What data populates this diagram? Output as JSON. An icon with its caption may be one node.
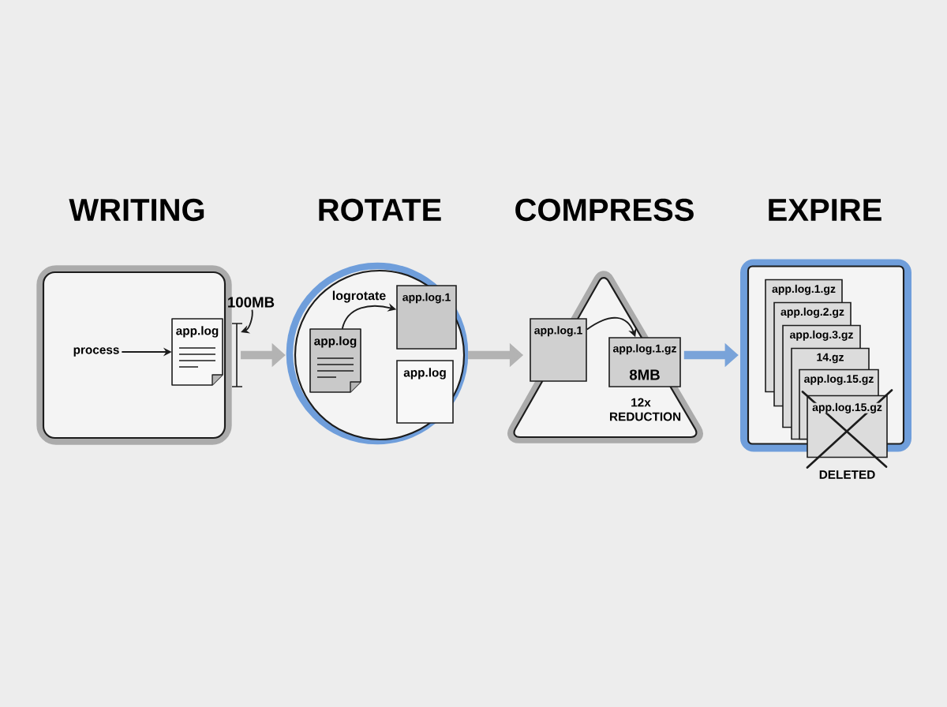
{
  "diagram": {
    "nodes": [
      {
        "text": [
          "WRITING"
        ]
      },
      {
        "text": [
          "process"
        ],
        "in": 0
      },
      {
        "text": [
          "app.log"
        ],
        "in": 0
      },
      {
        "text": [
          "100MB"
        ]
      },
      {
        "text": [
          "ROTATE"
        ]
      },
      {
        "text": [
          "app.log"
        ],
        "in": 4
      },
      {
        "text": [
          "app.log.1"
        ],
        "in": 4
      },
      {
        "text": [
          "app.log"
        ],
        "in": 4
      },
      {
        "text": [
          "COMPRESS"
        ]
      },
      {
        "text": [
          "app.log.1"
        ],
        "in": 8
      },
      {
        "text": [
          "app.log.1.gz",
          "8MB"
        ],
        "in": 8,
        "beside": [
          "12x REDUCTION"
        ]
      },
      {
        "text": [
          "EXPIRE"
        ]
      },
      {
        "text": [
          "app.log.1.gz"
        ],
        "in": 11
      },
      {
        "text": [
          "app.log.2.gz"
        ],
        "in": 11
      },
      {
        "text": [
          "app.log.3.gz"
        ],
        "in": 11
      },
      {
        "text": [
          "14.gz"
        ],
        "in": 11
      },
      {
        "text": [
          "app.log.15.gz"
        ],
        "in": 11
      },
      {
        "text": [
          "app.log.15.gz"
        ],
        "beside": [
          "DELETED"
        ]
      }
    ],
    "edges": [
      {
        "from": 1,
        "to": 2,
        "arrow": "to"
      },
      {
        "from": 3,
        "to": 0,
        "arrow": "to"
      },
      {
        "from": 0,
        "to": 4,
        "arrow": "to",
        "style": "thick",
        "color": "#b3b3b3"
      },
      {
        "from": 5,
        "to": 6,
        "arrow": "to",
        "label": "logrotate"
      },
      {
        "from": 4,
        "to": 9,
        "arrow": "to",
        "style": "thick",
        "color": "#b3b3b3"
      },
      {
        "from": 9,
        "to": 10,
        "arrow": "to"
      },
      {
        "from": 10,
        "to": 11,
        "arrow": "to",
        "style": "thick",
        "color": "#79a3d9"
      }
    ]
  }
}
